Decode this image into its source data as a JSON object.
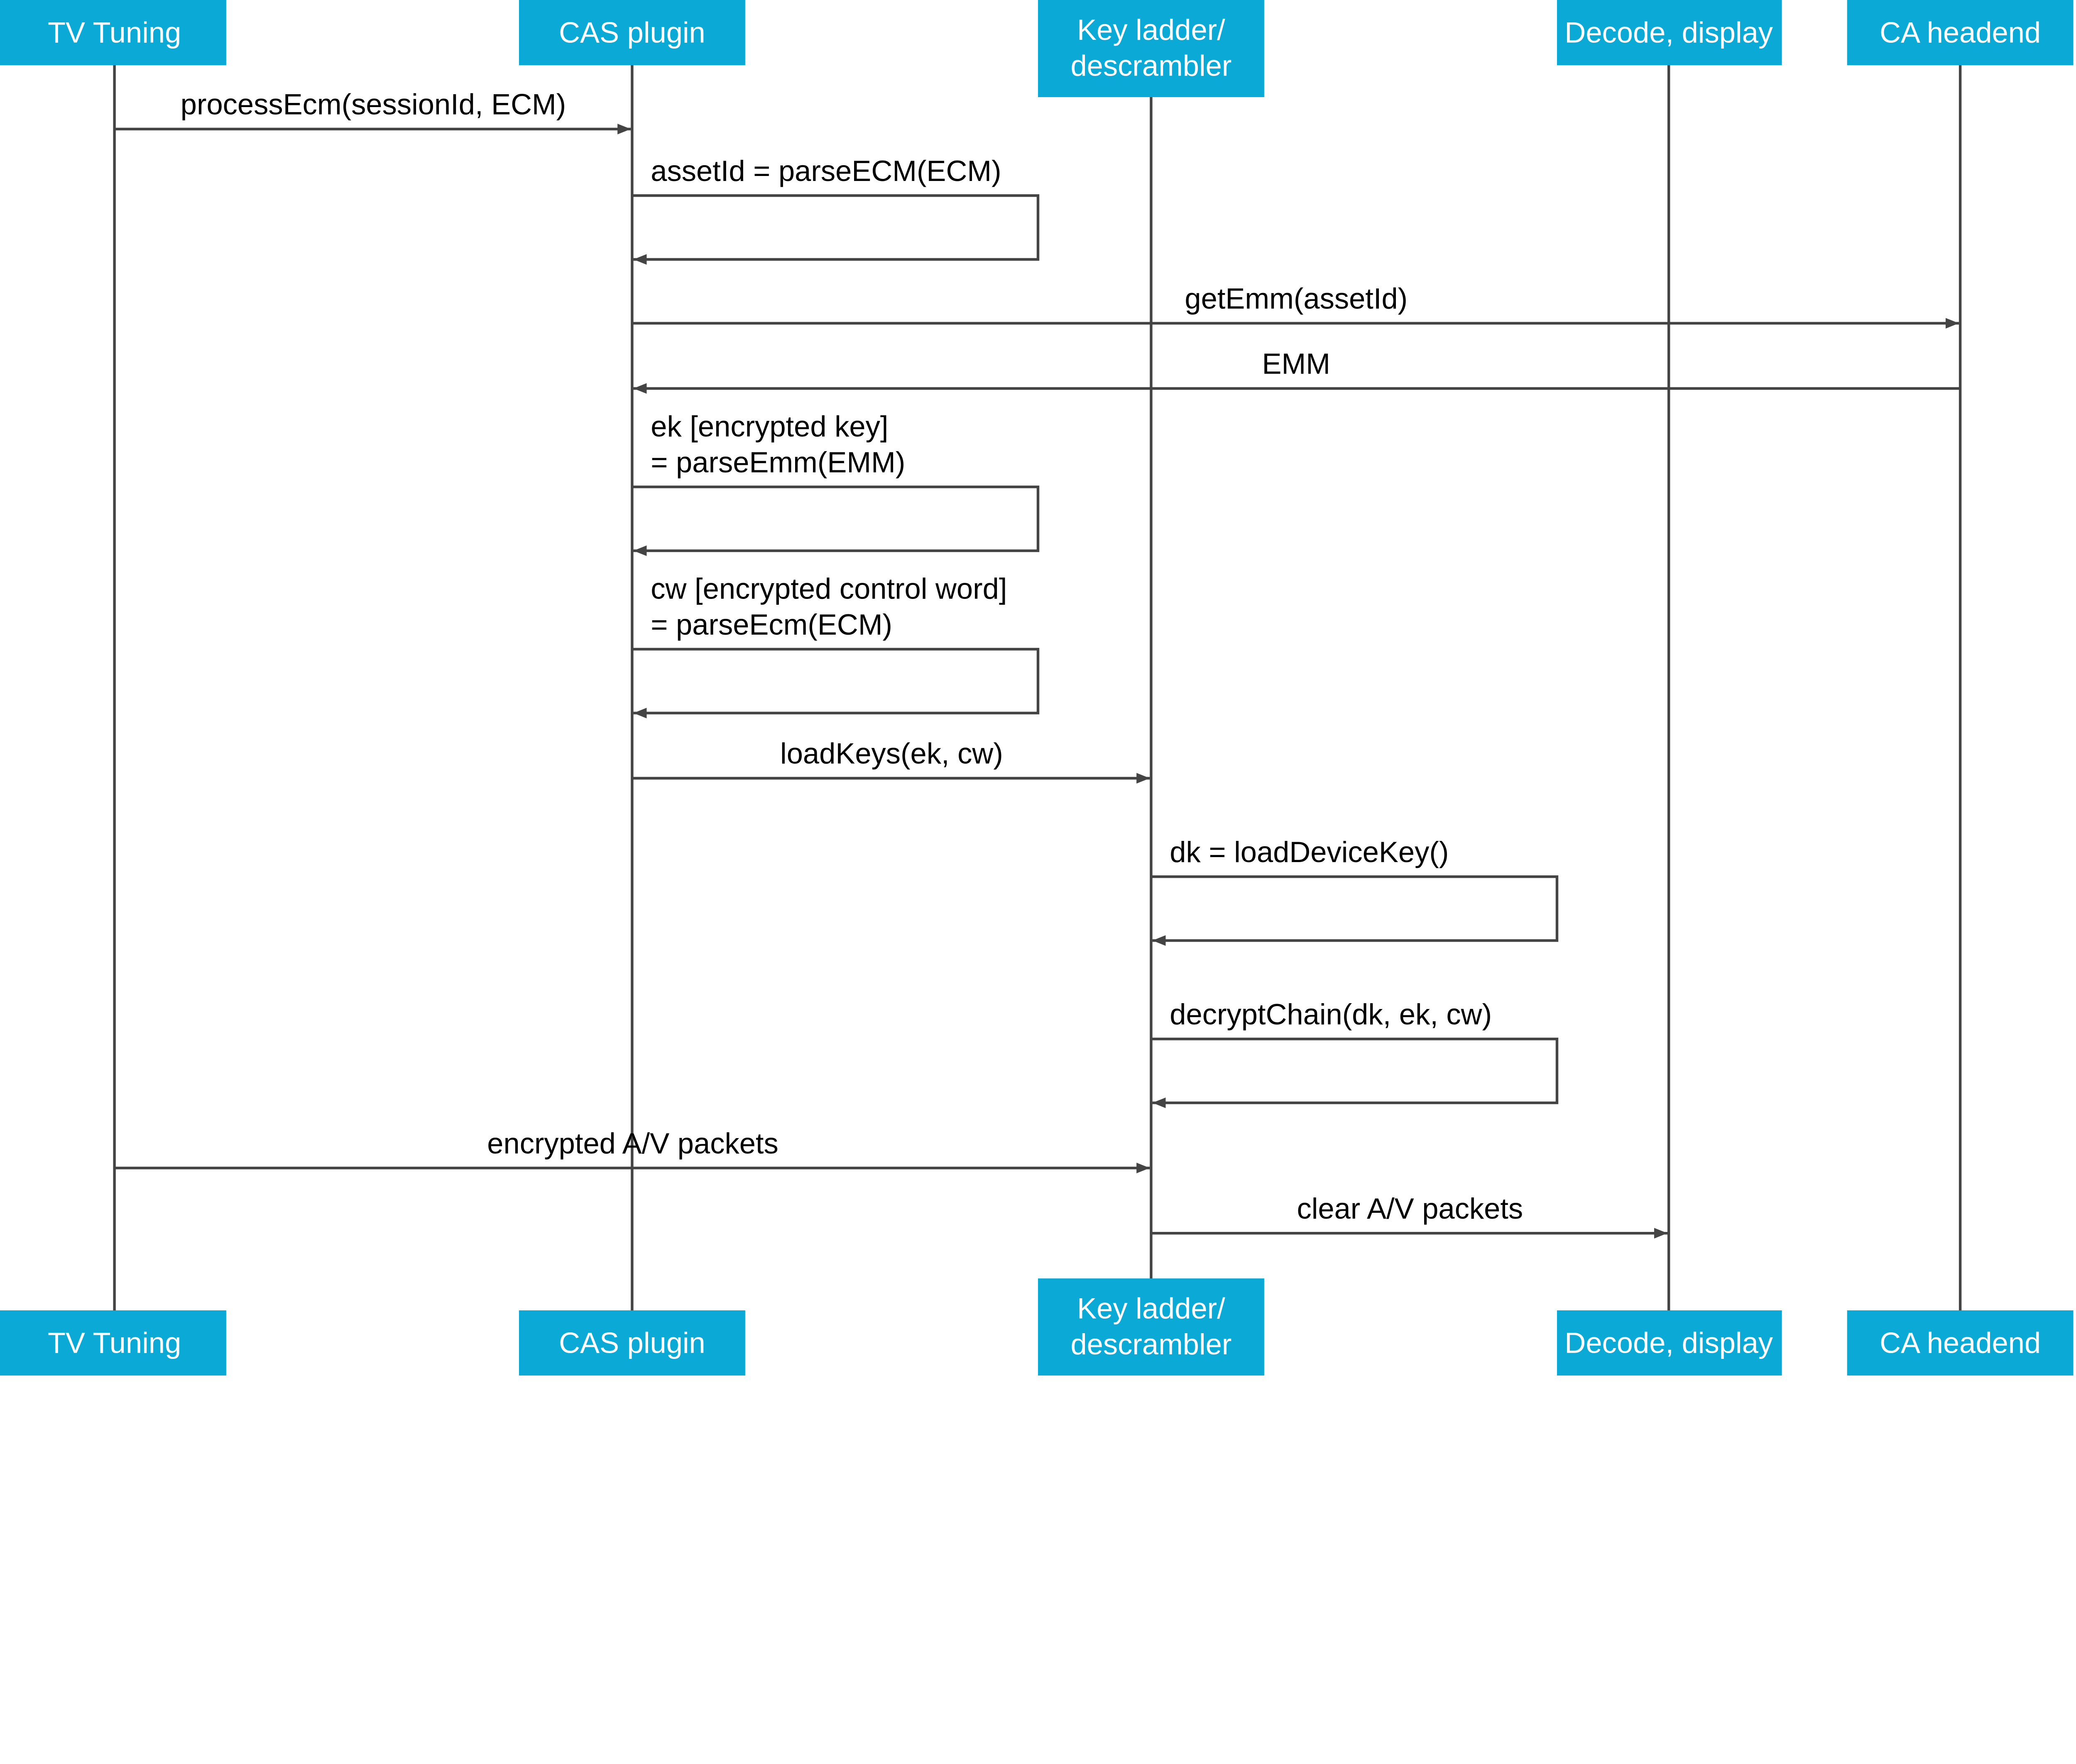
{
  "colors": {
    "header": "#0BA9D6",
    "header_text": "#FFFFFF",
    "line": "#444444"
  },
  "participants": [
    {
      "lines": [
        "TV Tuning"
      ]
    },
    {
      "lines": [
        "CAS plugin"
      ]
    },
    {
      "lines": [
        "Key ladder/",
        "descrambler"
      ]
    },
    {
      "lines": [
        "Decode, display"
      ]
    },
    {
      "lines": [
        "CA headend"
      ]
    }
  ],
  "messages": [
    {
      "from": 0,
      "to": 1,
      "lines": [
        "processEcm(sessionId, ECM)"
      ]
    },
    {
      "from": 1,
      "to": 1,
      "lines": [
        "assetId = parseECM(ECM)"
      ]
    },
    {
      "from": 1,
      "to": 4,
      "lines": [
        "getEmm(assetId)"
      ]
    },
    {
      "from": 4,
      "to": 1,
      "lines": [
        "EMM"
      ]
    },
    {
      "from": 1,
      "to": 1,
      "lines": [
        "ek [encrypted key]",
        "= parseEmm(EMM)"
      ]
    },
    {
      "from": 1,
      "to": 1,
      "lines": [
        "cw [encrypted control word]",
        "= parseEcm(ECM)"
      ]
    },
    {
      "from": 1,
      "to": 2,
      "lines": [
        "loadKeys(ek, cw)"
      ]
    },
    {
      "from": 2,
      "to": 2,
      "lines": [
        "dk = loadDeviceKey()"
      ]
    },
    {
      "from": 2,
      "to": 2,
      "lines": [
        "decryptChain(dk, ek, cw)"
      ]
    },
    {
      "from": 0,
      "to": 2,
      "lines": [
        "encrypted A/V packets"
      ]
    },
    {
      "from": 2,
      "to": 3,
      "lines": [
        "clear A/V packets"
      ]
    }
  ]
}
